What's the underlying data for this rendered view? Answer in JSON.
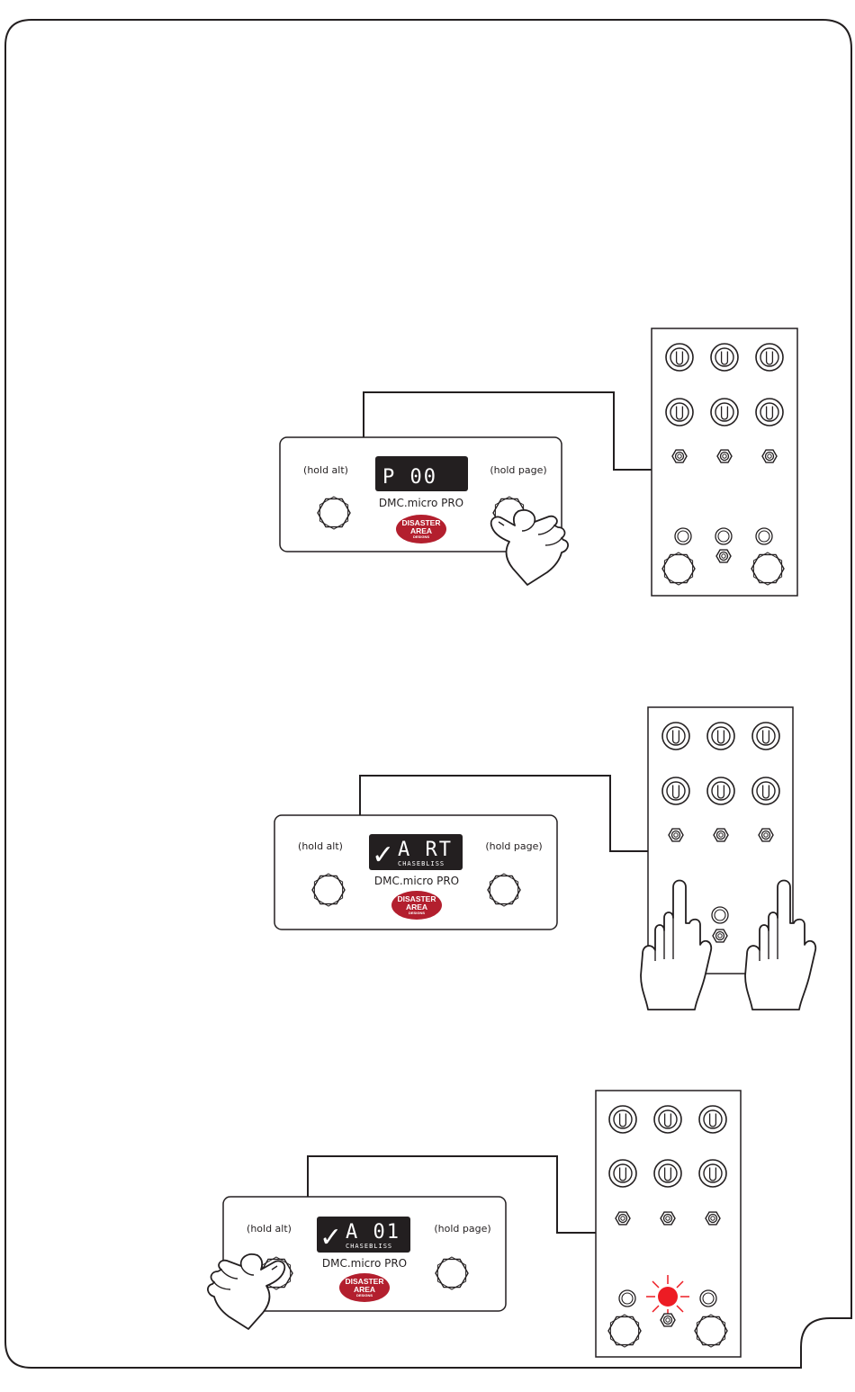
{
  "controllers": [
    {
      "left_label": "(hold alt)",
      "right_label": "(hold page)",
      "model": "DMC.micro PRO",
      "display_main": "P 00",
      "display_sub": "",
      "logo_line1": "DISASTER",
      "logo_line2": "AREA",
      "logo_line3": "DESIGNS"
    },
    {
      "left_label": "(hold alt)",
      "right_label": "(hold page)",
      "model": "DMC.micro PRO",
      "display_check": "✓",
      "display_main": "A RT",
      "display_sub": "CHASEBLISS",
      "logo_line1": "DISASTER",
      "logo_line2": "AREA",
      "logo_line3": "DESIGNS"
    },
    {
      "left_label": "(hold alt)",
      "right_label": "(hold page)",
      "model": "DMC.micro PRO",
      "display_check": "✓",
      "display_main": "A 01",
      "display_sub": "CHASEBLISS",
      "logo_line1": "DISASTER",
      "logo_line2": "AREA",
      "logo_line3": "DESIGNS"
    }
  ],
  "colors": {
    "line": "#231f20",
    "display_bg": "#231f20",
    "logo_red": "#b31f2e",
    "led_red": "#ed1c24"
  }
}
